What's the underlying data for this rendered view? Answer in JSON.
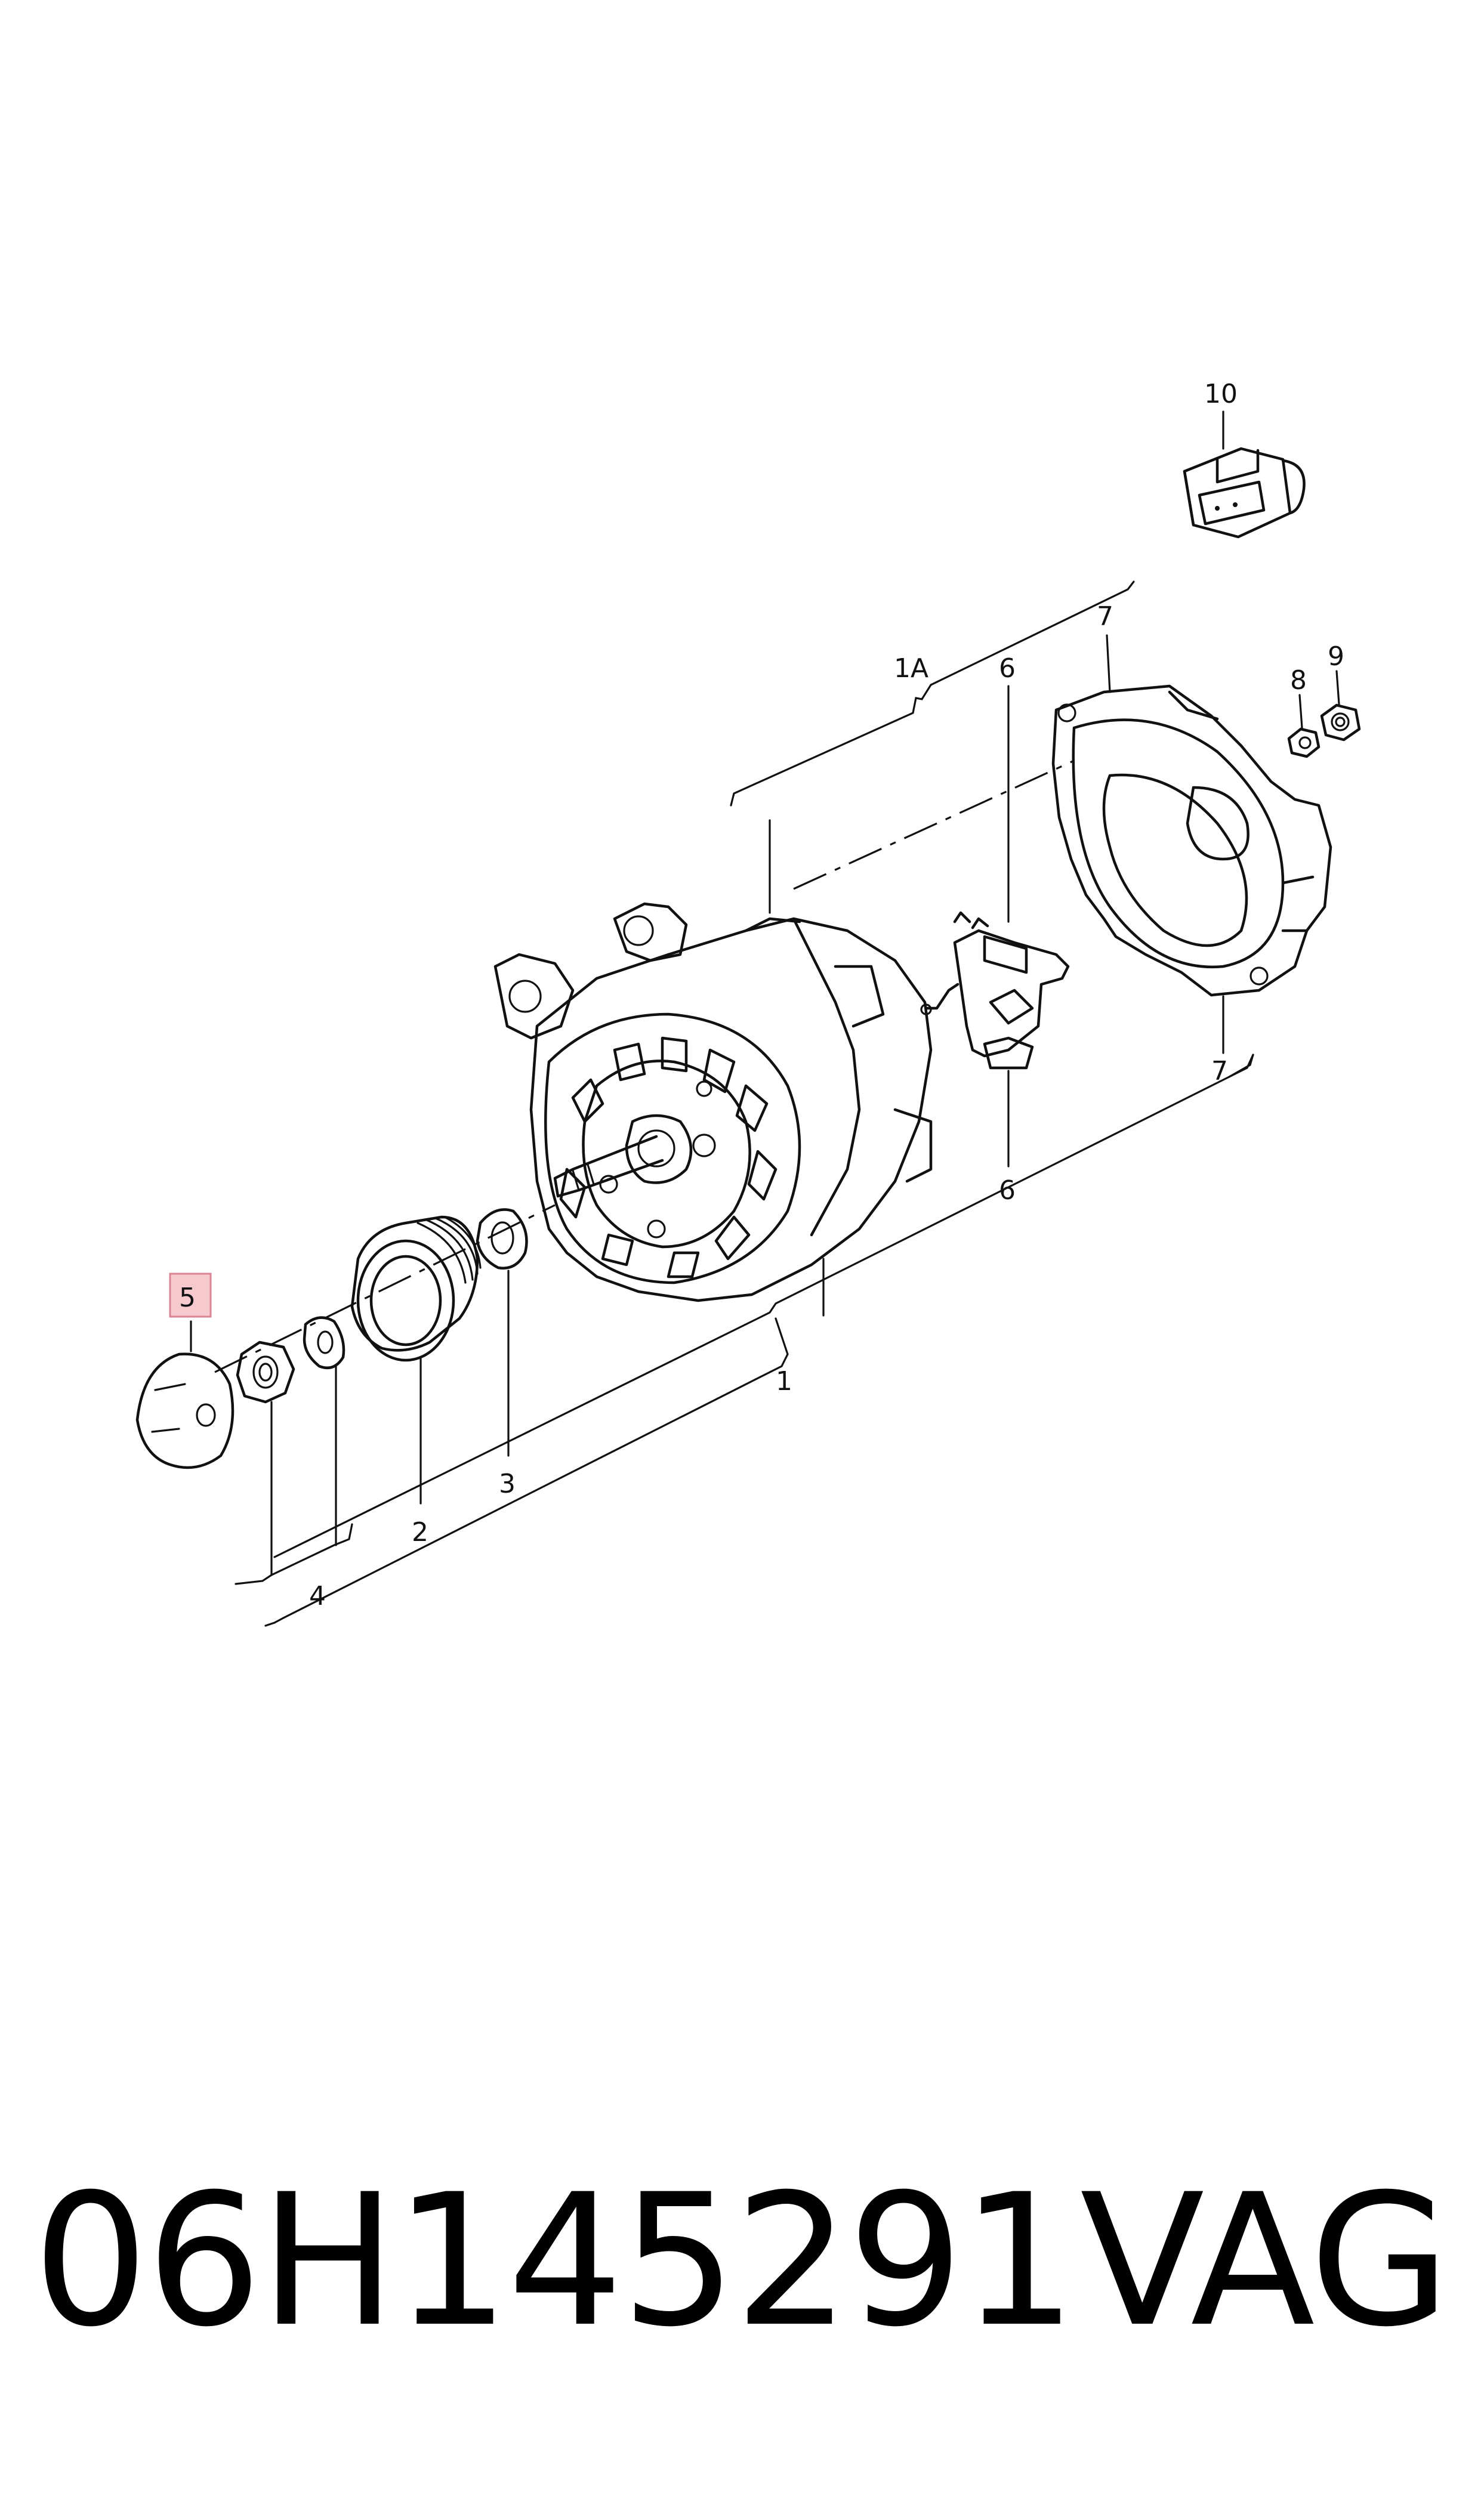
{
  "callouts": {
    "c1": "1",
    "c1a": "1A",
    "c2": "2",
    "c3": "3",
    "c4": "4",
    "c5": "5",
    "c6_top": "6",
    "c6_bottom": "6",
    "c7_top": "7",
    "c7_bottom": "7",
    "c8": "8",
    "c9": "9",
    "c10": "10"
  },
  "highlighted_part": "5",
  "footer": {
    "part_number": "06H145291",
    "brand": "VAG"
  },
  "colors": {
    "line": "#111111",
    "highlight_fill": "#f6c9cf",
    "highlight_border": "#d98592",
    "background": "#ffffff"
  }
}
